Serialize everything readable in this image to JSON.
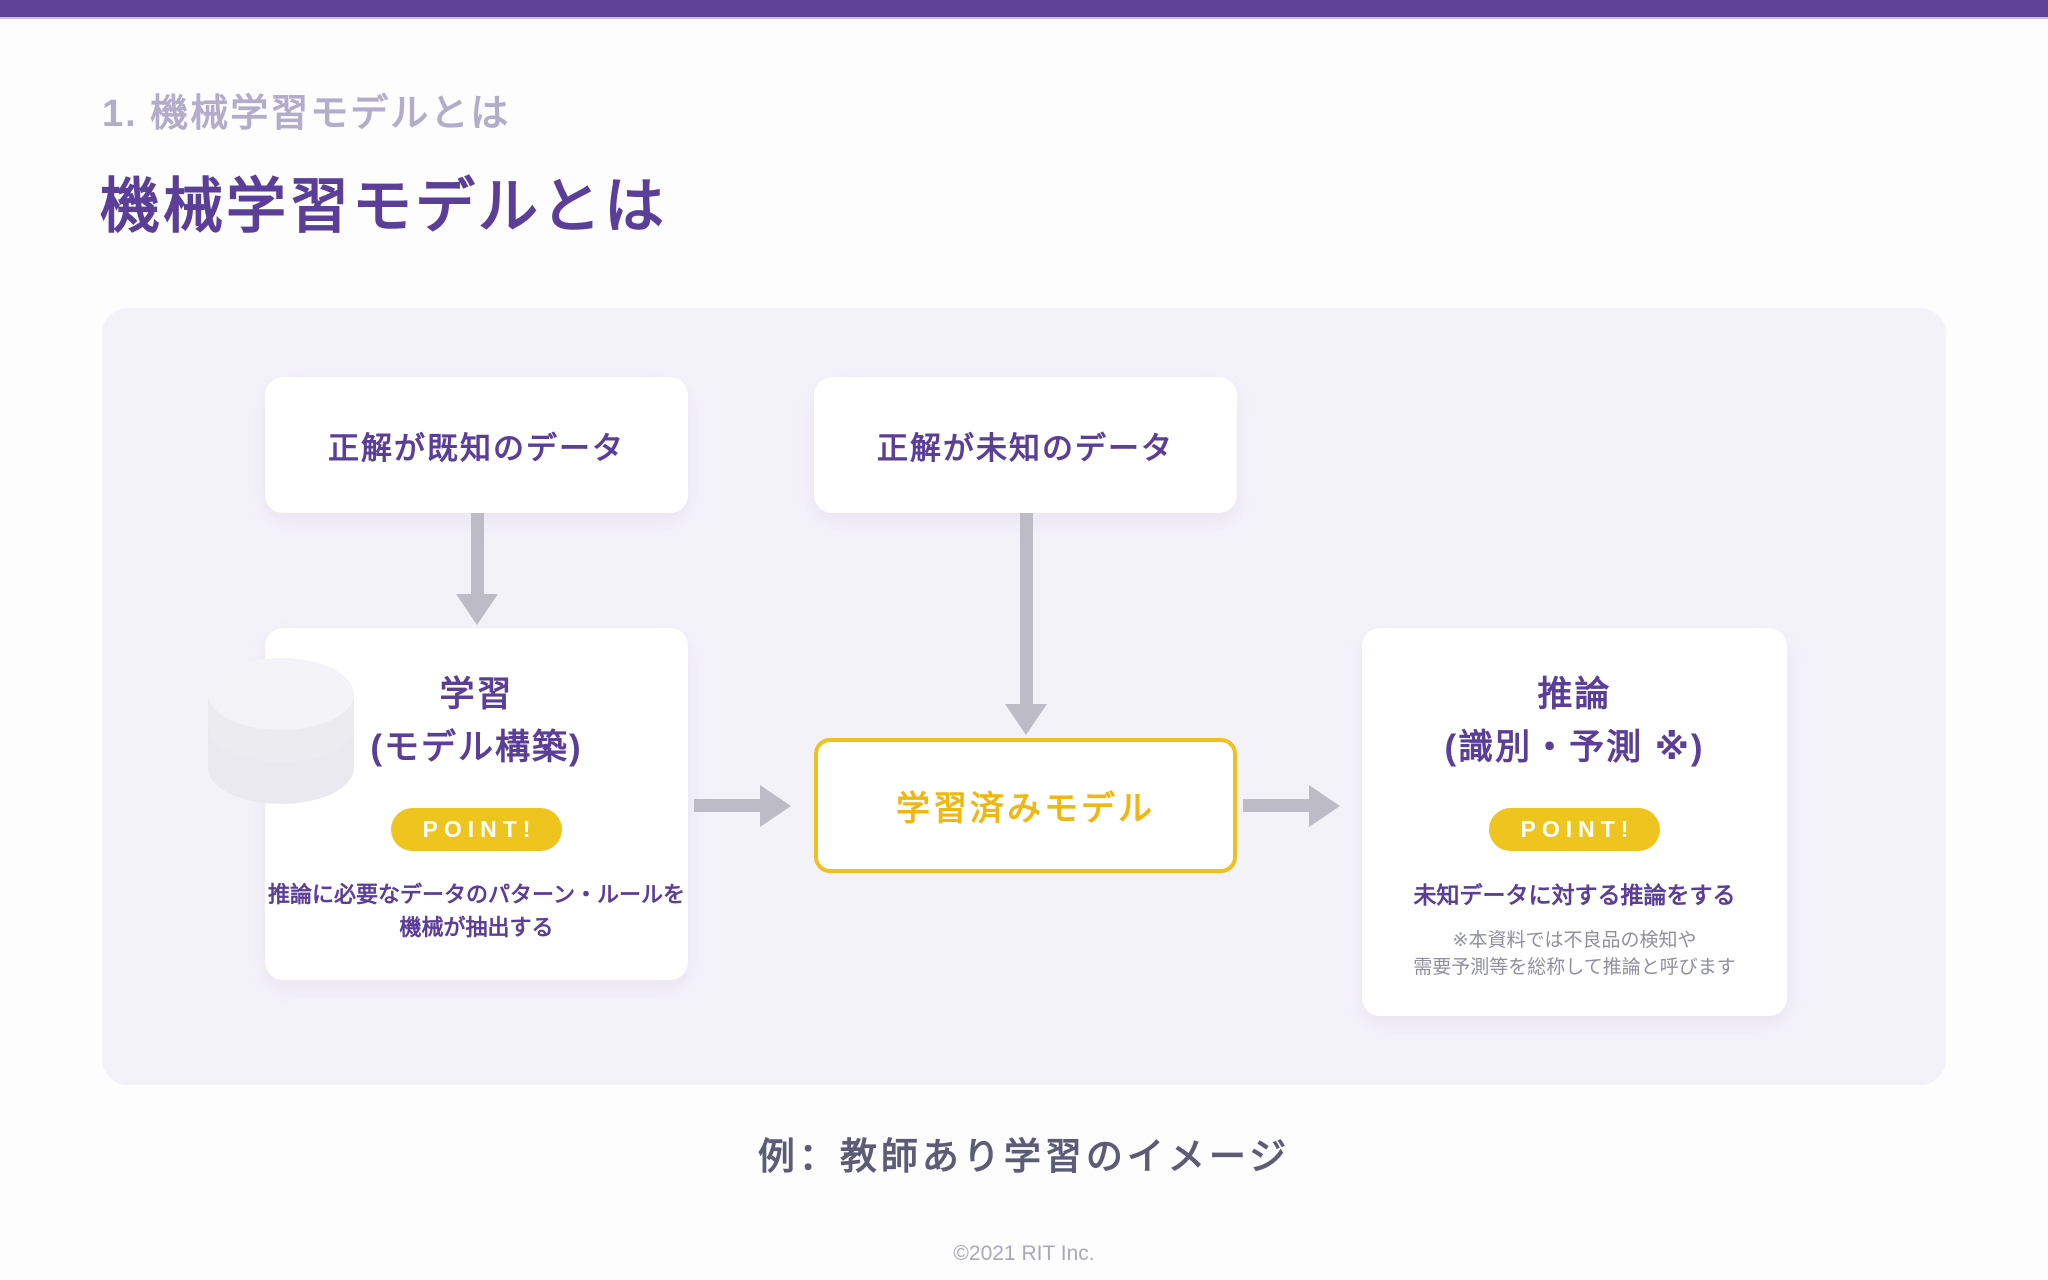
{
  "header": {
    "section_label": "1. 機械学習モデルとは",
    "title": "機械学習モデルとは"
  },
  "diagram": {
    "known_data_box": {
      "label": "正解が既知のデータ"
    },
    "unknown_data_box": {
      "label": "正解が未知のデータ"
    },
    "training_box": {
      "title": "学習",
      "subtitle": "(モデル構築)",
      "badge_label": "POINT!",
      "point_line1": "推論に必要なデータのパターン・ルールを",
      "point_line2": "機械が抽出する"
    },
    "trained_model_box": {
      "label": "学習済みモデル"
    },
    "inference_box": {
      "title": "推論",
      "subtitle": "(識別・予測 ※)",
      "badge_label": "POINT!",
      "point_text": "未知データに対する推論をする",
      "note_line1": "※本資料では不良品の検知や",
      "note_line2": "需要予測等を総称して推論と呼びます"
    }
  },
  "caption": "例：教師あり学習のイメージ",
  "footer": "©2021 RIT Inc.",
  "colors": {
    "top_bar": "#5e4296",
    "accent_purple": "#5b3e97",
    "section_label_gray": "#b3adcb",
    "badge_yellow": "#edc51e",
    "trained_model_border_yellow": "#f0c01e",
    "trained_model_text_yellow": "#eeb712",
    "arrow_gray": "#bdbcc6",
    "panel_background": "#f4f2f9",
    "caption_gray": "#5d5c77",
    "note_gray": "#8f8f9f",
    "footer_gray": "#a9a8b8"
  }
}
